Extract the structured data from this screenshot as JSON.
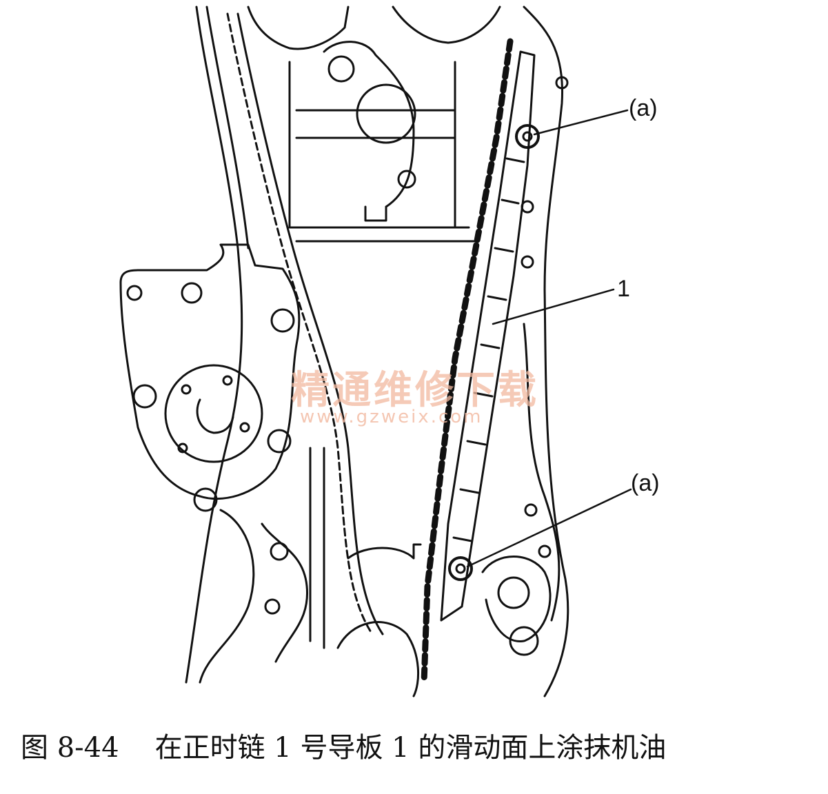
{
  "labels": {
    "bolt_upper": "(a)",
    "bolt_lower": "(a)",
    "guide": "1"
  },
  "watermark": {
    "text": "精通维修下载",
    "url": "www.gzweix.com"
  },
  "caption": {
    "figure_number": "图 8-44",
    "text": "在正时链 1 号导板 1 的滑动面上涂抹机油"
  }
}
